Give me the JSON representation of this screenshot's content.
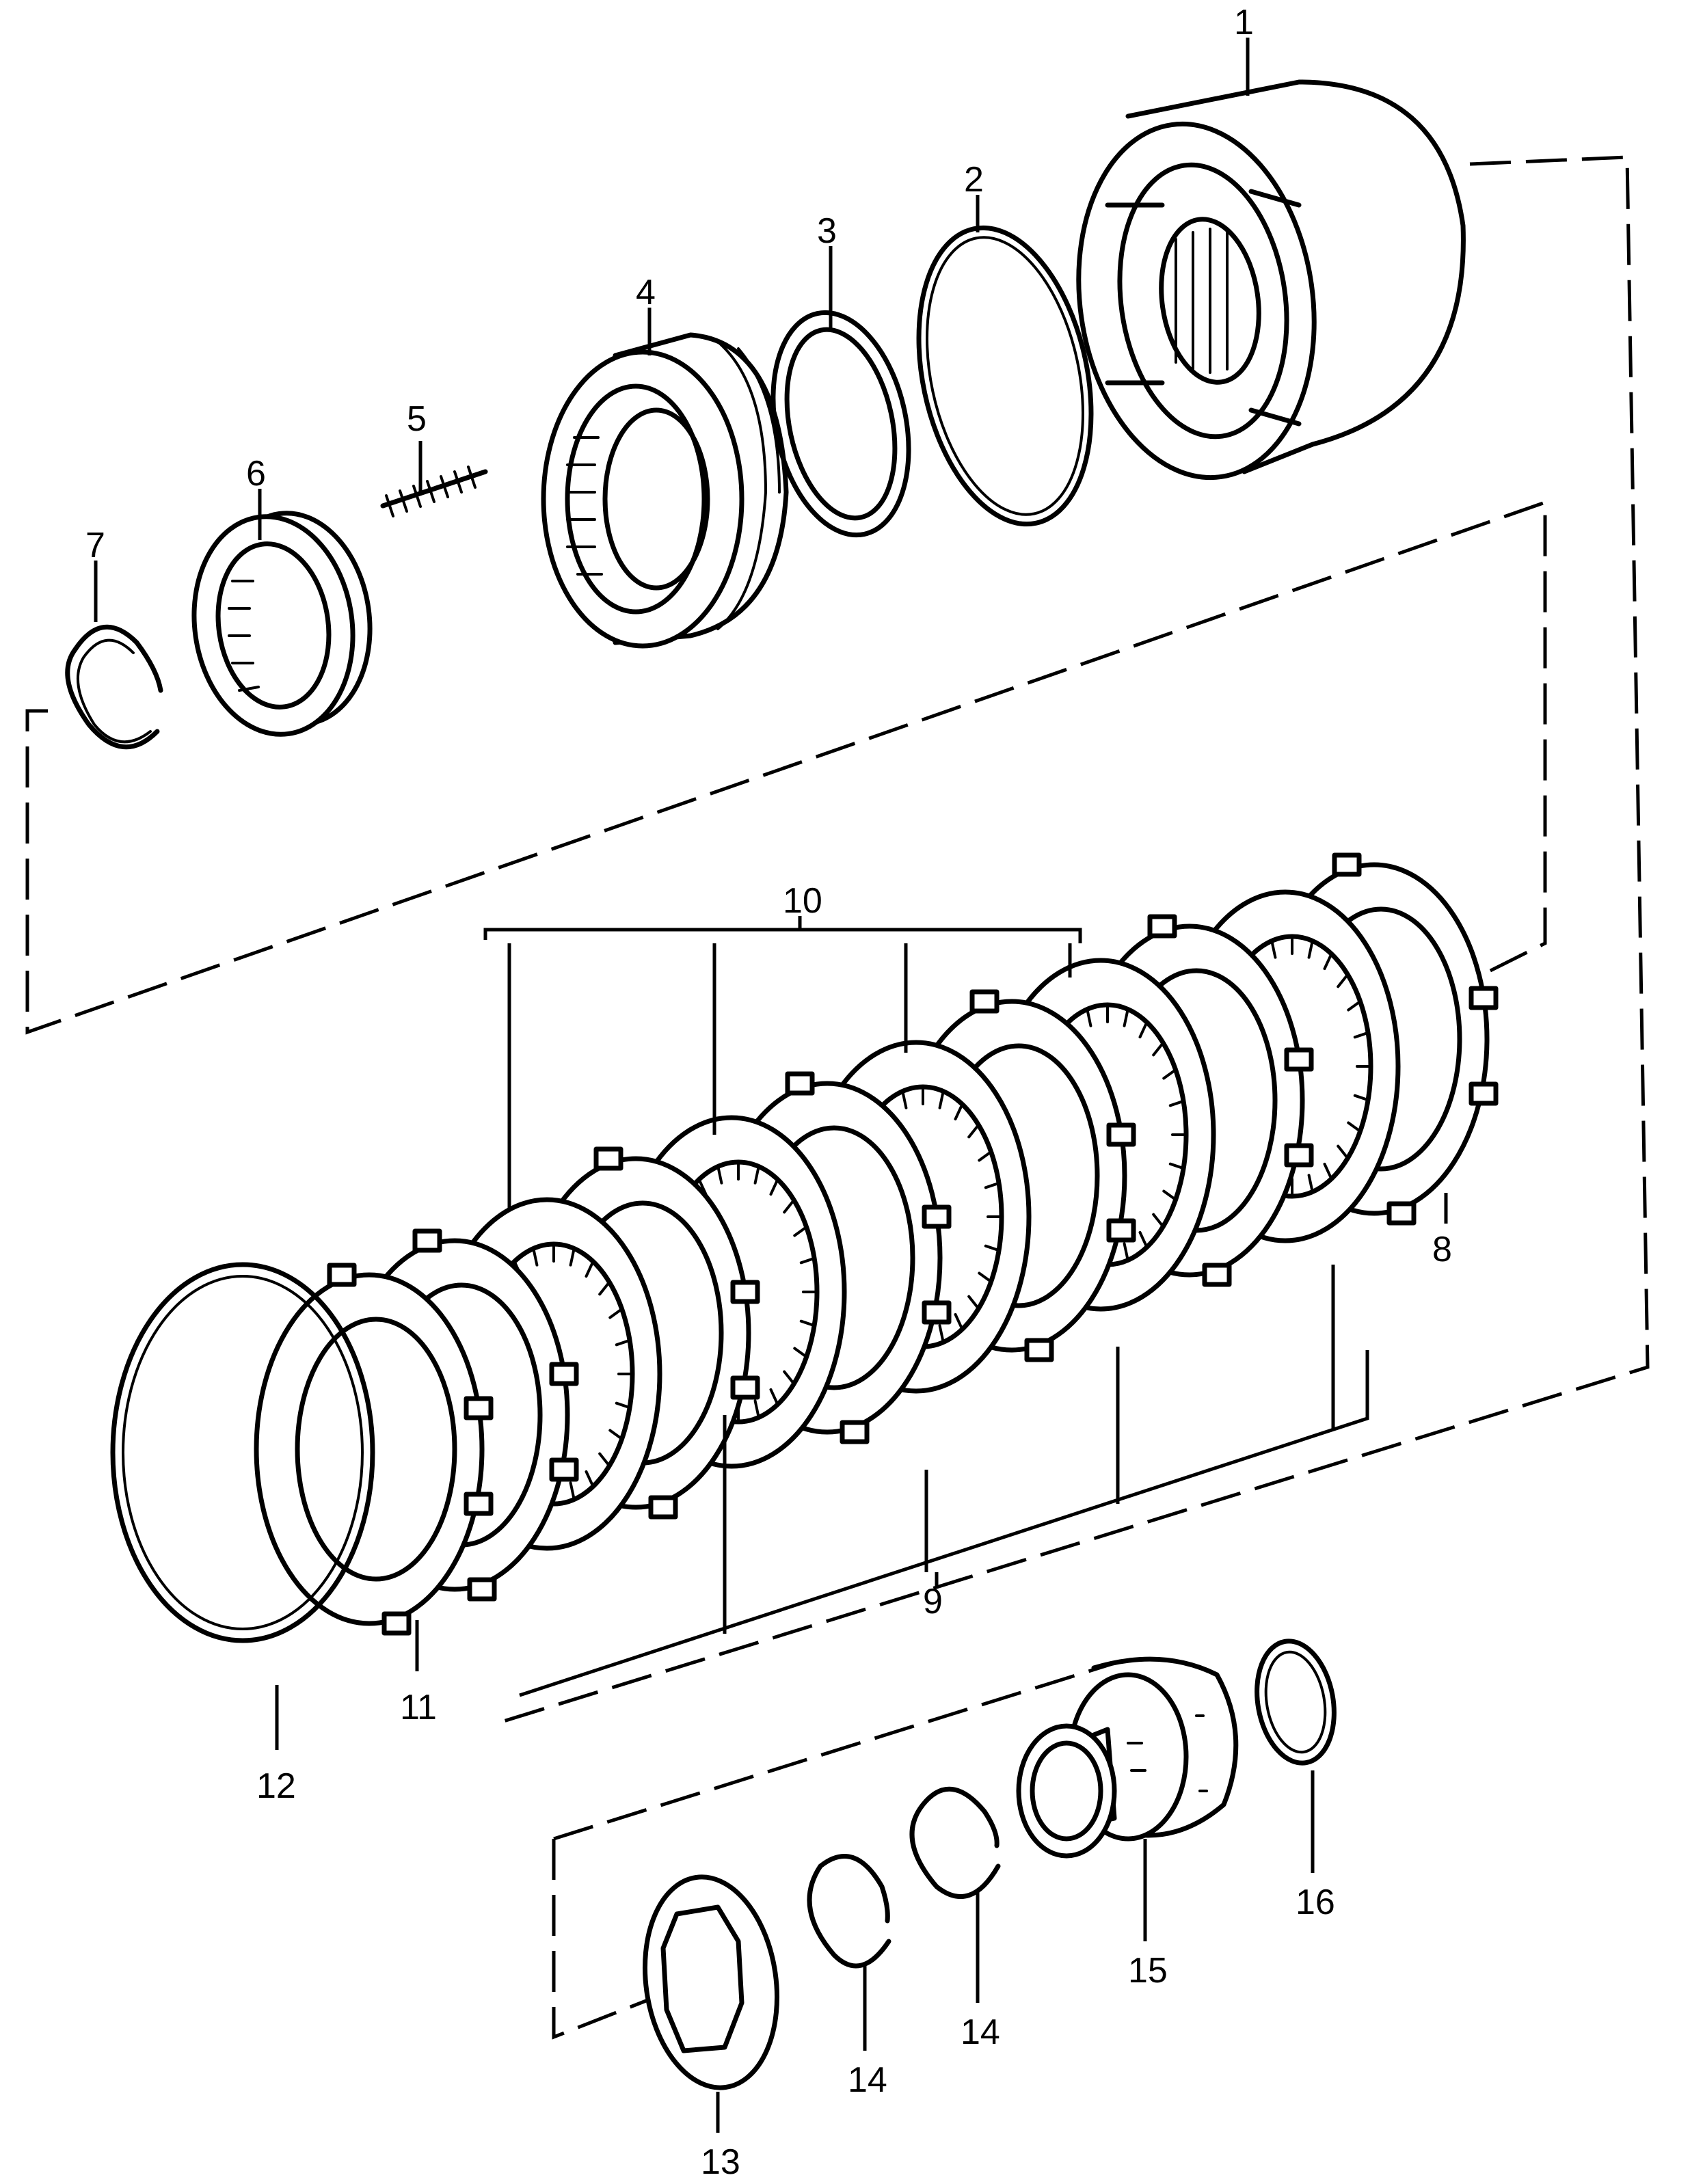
{
  "callouts": [
    {
      "id": "1",
      "text": "1"
    },
    {
      "id": "2",
      "text": "2"
    },
    {
      "id": "3",
      "text": "3"
    },
    {
      "id": "4",
      "text": "4"
    },
    {
      "id": "5",
      "text": "5"
    },
    {
      "id": "6",
      "text": "6"
    },
    {
      "id": "7",
      "text": "7"
    },
    {
      "id": "8",
      "text": "8"
    },
    {
      "id": "9",
      "text": "9"
    },
    {
      "id": "10",
      "text": "10"
    },
    {
      "id": "11",
      "text": "11"
    },
    {
      "id": "12",
      "text": "12"
    },
    {
      "id": "13",
      "text": "13"
    },
    {
      "id": "14a",
      "text": "14"
    },
    {
      "id": "14b",
      "text": "14"
    },
    {
      "id": "15",
      "text": "15"
    },
    {
      "id": "16",
      "text": "16"
    }
  ]
}
